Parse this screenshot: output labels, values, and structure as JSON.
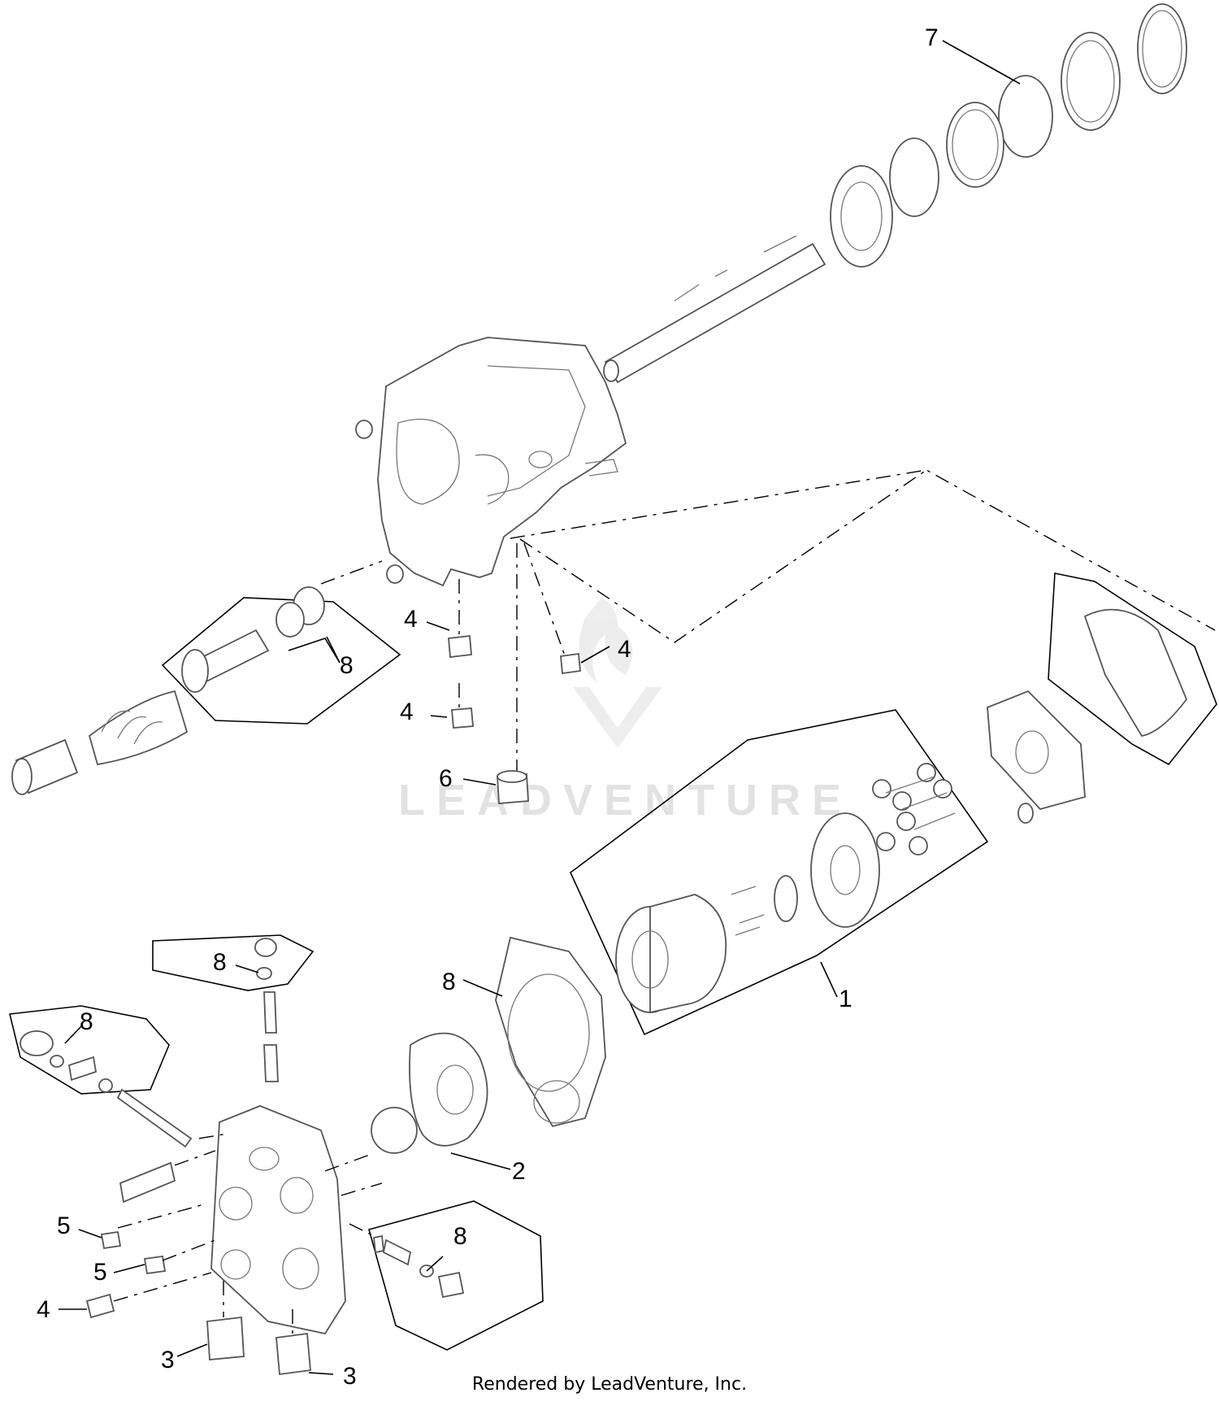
{
  "diagram": {
    "callouts": [
      "7",
      "8",
      "4",
      "4",
      "4",
      "6",
      "1",
      "8",
      "8",
      "8",
      "2",
      "5",
      "5",
      "4",
      "3",
      "3",
      "8"
    ],
    "watermark": "LEADVENTURE",
    "footer": "Rendered by LeadVenture, Inc."
  },
  "icons": {
    "watermark": "leadventure-logo-icon"
  }
}
